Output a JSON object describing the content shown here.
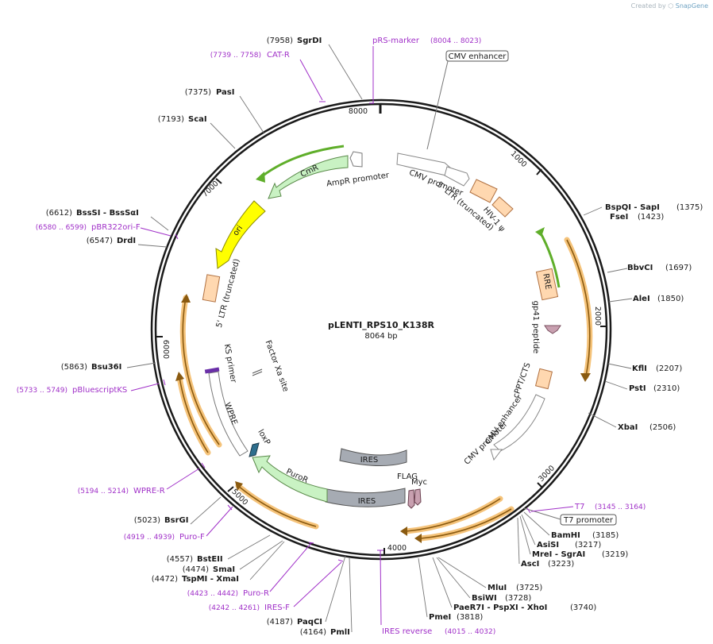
{
  "credit": {
    "prefix": "Created by",
    "brand": "SnapGene"
  },
  "plasmid": {
    "name": "pLENTI_RPS10_K138R",
    "size": "8064 bp"
  },
  "ticks": [
    "1000",
    "2000",
    "3000",
    "4000",
    "5000",
    "6000",
    "7000",
    "8000"
  ],
  "inner_labels": {
    "cmv_promoter": "CMV promoter",
    "ltr5": "5' LTR (truncated)",
    "hiv_psi": "HIV-1 ψ",
    "rre": "RRE",
    "gp41": "gp41 peptide",
    "cppt": "cPPT/CTS",
    "cmv_enh2": "CMV enhancer",
    "cmv_prom2": "CMV promoter",
    "ampr": "AmpR promoter",
    "cmr": "CmR",
    "ori": "ori",
    "ltr5b": "5' LTR (truncated)",
    "ks_primer": "KS primer",
    "factor_xa": "Factor Xa site",
    "wpre": "WPRE",
    "loxp": "loxP",
    "puror": "PuroR",
    "ires1": "IRES",
    "ires2": "IRES",
    "flag": "FLAG",
    "myc": "Myc"
  },
  "boxed_labels": {
    "cmv_enhancer": "CMV enhancer",
    "t7_promoter": "T7 promoter"
  },
  "sites": [
    {
      "pos": "(7958)",
      "name": "SgrDI"
    },
    {
      "pos": "(7375)",
      "name": "PasI"
    },
    {
      "pos": "(7193)",
      "name": "ScaI"
    },
    {
      "pos": "(6612)",
      "name": "BssSI  - BssSαI"
    },
    {
      "pos": "(6547)",
      "name": "DrdI"
    },
    {
      "pos": "(5863)",
      "name": "Bsu36I"
    },
    {
      "pos": "(5023)",
      "name": "BsrGI"
    },
    {
      "pos": "(4557)",
      "name": "BstEII"
    },
    {
      "pos": "(4474)",
      "name": "SmaI"
    },
    {
      "pos": "(4472)",
      "name": "TspMI  - XmaI"
    },
    {
      "pos": "(4187)",
      "name": "PaqCI"
    },
    {
      "pos": "(4164)",
      "name": "PmlI"
    },
    {
      "name": "BspQI  - SapI",
      "pos": "(1375)"
    },
    {
      "name": "FseI",
      "pos": "(1423)"
    },
    {
      "name": "BbvCI",
      "pos": "(1697)"
    },
    {
      "name": "AleI",
      "pos": "(1850)"
    },
    {
      "name": "KflI",
      "pos": "(2207)"
    },
    {
      "name": "PstI",
      "pos": "(2310)"
    },
    {
      "name": "XbaI",
      "pos": "(2506)"
    },
    {
      "name": "BamHI",
      "pos": "(3185)"
    },
    {
      "name": "AsiSI",
      "pos": "(3217)"
    },
    {
      "name": "MreI  - SgrAI",
      "pos": "(3219)"
    },
    {
      "name": "AscI",
      "pos": "(3223)"
    },
    {
      "name": "MluI",
      "pos": "(3725)"
    },
    {
      "name": "BsiWI",
      "pos": "(3728)"
    },
    {
      "name": "PaeR7I  - PspXI  - XhoI",
      "pos": "(3740)"
    },
    {
      "name": "PmeI",
      "pos": "(3818)"
    }
  ],
  "primers": [
    {
      "name": "pRS-marker",
      "range": "(8004 .. 8023)"
    },
    {
      "name": "CAT-R",
      "range": "(7739 .. 7758)"
    },
    {
      "name": "pBR322ori-F",
      "range": "(6580 .. 6599)"
    },
    {
      "name": "pBluescriptKS",
      "range": "(5733 .. 5749)"
    },
    {
      "name": "WPRE-R",
      "range": "(5194 .. 5214)"
    },
    {
      "name": "Puro-F",
      "range": "(4919 .. 4939)"
    },
    {
      "name": "Puro-R",
      "range": "(4423 .. 4442)"
    },
    {
      "name": "IRES-F",
      "range": "(4242 .. 4261)"
    },
    {
      "name": "IRES reverse",
      "range": "(4015 .. 4032)"
    },
    {
      "name": "T7",
      "range": "(3145 .. 3164)"
    }
  ],
  "colors": {
    "backbone": "#1a1a1a",
    "primer": "#a030c8",
    "orf_glow": "#f5c37a",
    "cmr": "#c9f2c3",
    "puror": "#c9f2c3",
    "ori": "#ffff00",
    "ires": "#a6abb3",
    "ltr": "#ffd8b0",
    "green_arrow": "#5fae2a",
    "tag": "#c8a0b0"
  }
}
